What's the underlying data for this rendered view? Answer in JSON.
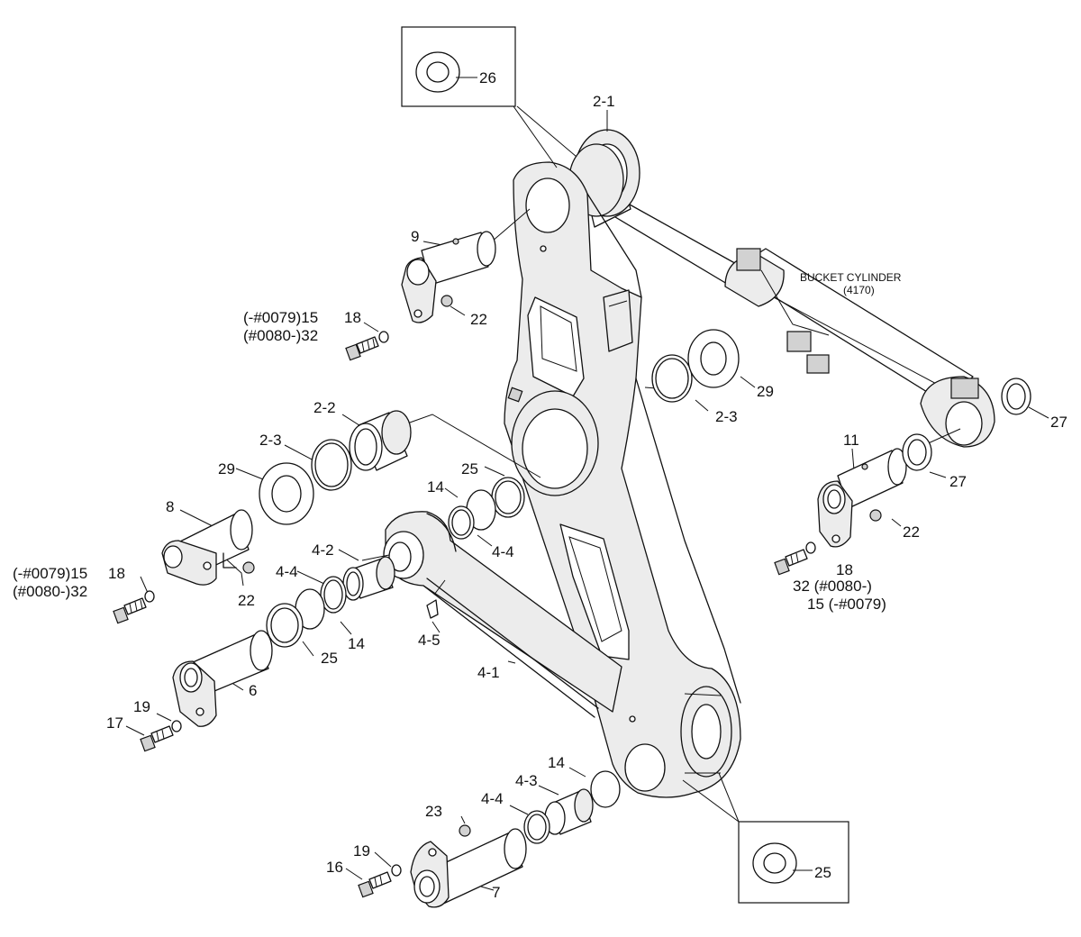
{
  "callouts": {
    "c26": "26",
    "c2_1": "2-1",
    "c9": "9",
    "c18a": "18",
    "c22a": "22",
    "c15a": "(-#0079)15",
    "c32a": "(#0080-)32",
    "bucket_title": "BUCKET CYLINDER",
    "bucket_ref": "(4170)",
    "c29a": "29",
    "c2_3a": "2-3",
    "c27a": "27",
    "c2_2": "2-2",
    "c2_3b": "2-3",
    "c29b": "29",
    "c25a": "25",
    "c14a": "14",
    "c4_4a": "4-4",
    "c11": "11",
    "c27b": "27",
    "c22b": "22",
    "c18b": "18",
    "c32b": "32 (#0080-)",
    "c15b": "15 (-#0079)",
    "c8": "8",
    "c15c": "(-#0079)15",
    "c32c": "(#0080-)32",
    "c18c": "18",
    "c22c": "22",
    "c4_2": "4-2",
    "c4_4b": "4-4",
    "c14b": "14",
    "c25b": "25",
    "c4_5": "4-5",
    "c4_1": "4-1",
    "c6": "6",
    "c19a": "19",
    "c17": "17",
    "c14c": "14",
    "c4_3": "4-3",
    "c4_4c": "4-4",
    "c23": "23",
    "c19b": "19",
    "c16": "16",
    "c7": "7",
    "c25c": "25"
  }
}
